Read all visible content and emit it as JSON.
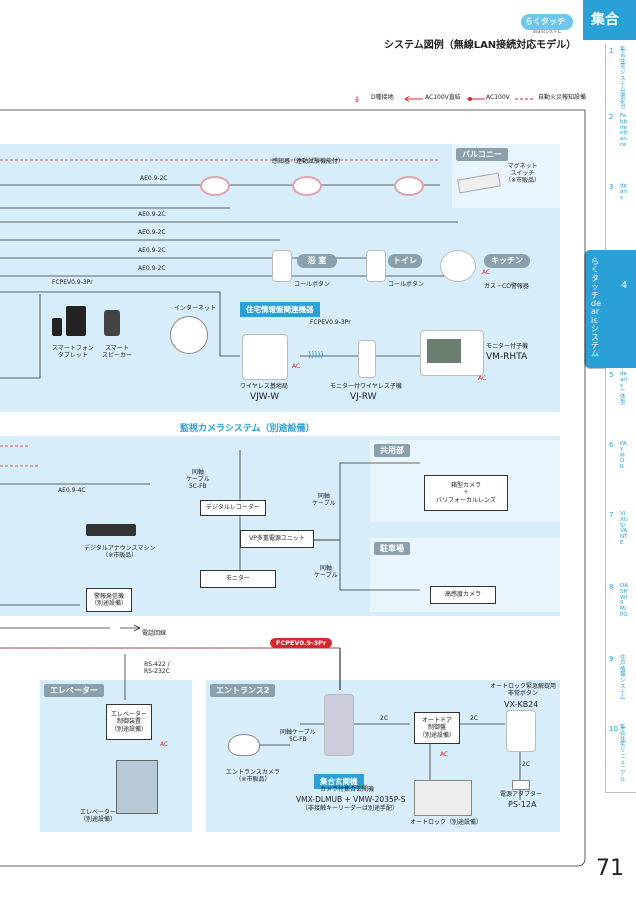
{
  "header": {
    "logo_text": "らくタッチ",
    "logo_sub": "dearisシステム",
    "category": "集合",
    "page_title": "システム図例（無線LAN接続対応モデル）"
  },
  "legend": {
    "item1": "D種接地",
    "item2": "AC100V直結",
    "item3": "AC100V",
    "item4": "自動火災報知設備"
  },
  "side_tabs": [
    {
      "num": "1",
      "label": "集合住宅システム選定ガイド"
    },
    {
      "num": "2",
      "label": "Fabbitentrance"
    },
    {
      "num": "3",
      "label": "dearis"
    },
    {
      "num": "4",
      "label": "らくタッチdearisシステム"
    },
    {
      "num": "5",
      "label": "dearis一体型"
    },
    {
      "num": "6",
      "label": "PAYMOR"
    },
    {
      "num": "7",
      "label": "VIXUS/VANTE"
    },
    {
      "num": "8",
      "label": "DASHWISM/PG"
    },
    {
      "num": "9",
      "label": "住戸情報システム"
    },
    {
      "num": "10",
      "label": "集合住宅リニューアル"
    }
  ],
  "diagram": {
    "balcony": "バルコニー",
    "magnet_switch": "マグネット\nスイッチ\n（※市販品）",
    "sensor": "感知器（連動試験機能付）",
    "cable_ae1": "AE0.9-2C",
    "cable_ae2": "AE0.9-2C",
    "cable_ae3": "AE0.9-2C",
    "cable_ae4": "AE0.9-2C",
    "cable_ae5": "AE0.9-2C",
    "bathroom": "浴 室",
    "toilet": "トイレ",
    "kitchen": "キッチン",
    "call_button1": "コールボタン",
    "call_button2": "コールボタン",
    "gas_alarm": "ガス・CO警報器",
    "ac": "AC",
    "fcpev_top": "FCPEV0.9-3Pr",
    "smartphone": "スマートフォン\nタブレット",
    "smart_speaker": "スマート\nスピーカー",
    "internet": "インターネット",
    "housing_panel": "住宅情報盤関連機器",
    "fcpev_mid": "FCPEV0.9-3Pr",
    "monitor_unit": "モニター付子機",
    "monitor_model": "VM-RHTA",
    "wireless_base": "ワイヤレス基地局",
    "wireless_base_model": "VJW-W",
    "wireless_handset": "モニター付ワイヤレス子機",
    "wireless_handset_model": "VJ-RW",
    "camera_system": "監視カメラシステム（別途設備）",
    "common_area": "共用部",
    "parking": "駐車場",
    "box_camera": "箱型カメラ\n＋\nバリフォーカルレンズ",
    "hd_camera": "高感度カメラ",
    "coax1": "同軸\nケーブル\n5C-FB",
    "coax2": "同軸\nケーブル",
    "coax3": "同軸\nケーブル",
    "digital_recorder": "デジタルレコーダー",
    "vp_power": "VP多重電源ユニット",
    "monitor": "モニター",
    "cable_ae4c": "AE0.9-4C",
    "announce": "デジタルアナウンスマシン\n（※市販品）",
    "alarm_sender": "警報発信機\n（別途設備）",
    "phone_line": "電話回線",
    "fcpev_bottom": "FCPEV0.9-3Pr",
    "rs_cable": "RS-422 /\nRS-232C",
    "elevator": "エレベーター",
    "entrance2": "エントランス2",
    "elevator_control": "エレベーター\n制御装置\n（別途設備）",
    "elevator_label": "エレベーター\n（別途設備）",
    "coax4": "同軸ケーブル\n5C-FB",
    "entrance_camera": "エントランスカメラ\n（※市販品）",
    "entrance_unit": "集合玄関機",
    "entrance_unit_desc": "カメラ付集合玄関機",
    "entrance_unit_model": "VMX-DLMUB + VMW-2035P-S",
    "entrance_unit_note": "（非接触キーリーダーは別途手配）",
    "cable_2c_1": "2C",
    "cable_2c_2": "2C",
    "cable_2c_3": "2C",
    "auto_door": "オートドア\n制御盤\n（別途設備）",
    "auto_lock": "オートロック（別途設備）",
    "emergency_btn": "オートロック緊急解錠用\n非常ボタン",
    "emergency_model": "VX-KB24",
    "power_adapter": "電源アダプター",
    "power_adapter_model": "PS-12A"
  },
  "page_number": "71",
  "colors": {
    "accent": "#2aa0d6",
    "panel": "#d7eefa",
    "red": "#d8262e"
  }
}
